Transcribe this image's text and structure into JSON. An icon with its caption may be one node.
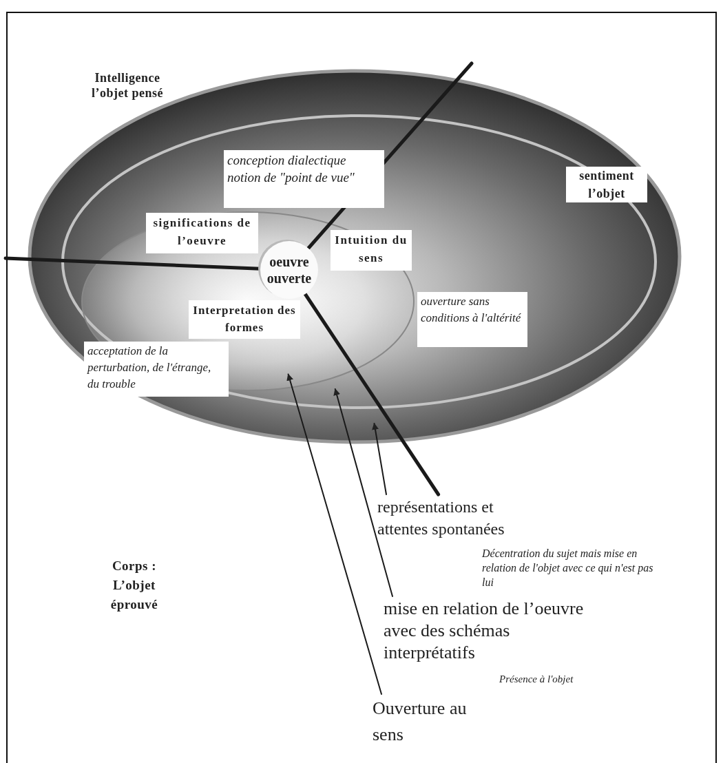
{
  "diagram": {
    "nodes": [
      {
        "text": [],
        "shape": "ellipse"
      },
      {
        "text": [],
        "shape": "ellipse",
        "in": 0
      },
      {
        "text": [],
        "shape": "ellipse",
        "in": 1
      },
      {
        "text": [
          "oeuvre ouverte"
        ],
        "in": 2
      },
      {
        "text": [
          "conception dialectique notion de \"point de vue\""
        ],
        "in": 1
      },
      {
        "text": [
          "significations de l’oeuvre"
        ],
        "in": 2
      },
      {
        "text": [
          "Intuition du sens"
        ],
        "in": 2
      },
      {
        "text": [
          "ouverture sans conditions à l'altérité"
        ],
        "in": 1
      },
      {
        "text": [
          "Interpretation des formes"
        ],
        "in": 2
      },
      {
        "text": [
          "acceptation de la perturbation, de l'étrange, du trouble"
        ],
        "in": 2
      },
      {
        "text": [
          "représentations et attentes spontanées"
        ]
      },
      {
        "text": [
          "mise en relation de l’oeuvre avec des schémas interprétatifs"
        ]
      },
      {
        "text": [
          "Ouverture au sens"
        ]
      }
    ],
    "edges": [
      {
        "from": 3,
        "to": null,
        "arrow": "none",
        "style": "thick"
      },
      {
        "from": 3,
        "to": null,
        "arrow": "none",
        "style": "thick"
      },
      {
        "from": 3,
        "to": 10,
        "arrow": "none",
        "style": "thick"
      },
      {
        "from": 10,
        "to": 0,
        "arrow": "to"
      },
      {
        "from": 11,
        "to": 1,
        "arrow": "to"
      },
      {
        "from": 12,
        "to": 2,
        "arrow": "to"
      }
    ],
    "labels": [
      "Intelligence l’objet pensé",
      "sentiment l’objet",
      "Corps : L’objet éprouvé",
      "Décentration du sujet mais mise en relation de l'objet avec ce qui n'est pas lui",
      "Présence à l'objet"
    ]
  }
}
